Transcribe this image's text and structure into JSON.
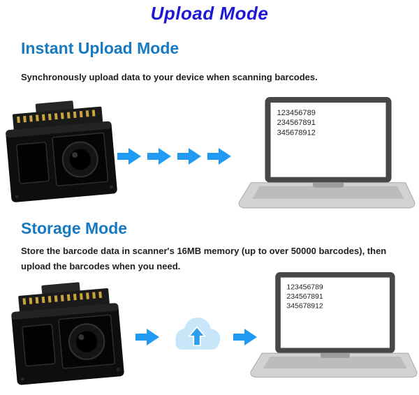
{
  "page": {
    "title": "Upload Mode"
  },
  "colors": {
    "title_blue": "#1d18d8",
    "heading_blue": "#1779c2",
    "body_text": "#1e1e1e",
    "arrow_blue": "#219bf2",
    "cloud_blue": "#c8e6fa",
    "cloud_arrow_blue": "#2b9fee"
  },
  "icons": {
    "flow_arrow": "right-arrow-icon",
    "cloud_upload": "cloud-upload-icon",
    "scanner": "barcode-scanner-illustration",
    "laptop": "laptop-illustration"
  },
  "sections": [
    {
      "id": "instant-upload",
      "heading": "Instant Upload Mode",
      "description_lines": [
        "Synchronously upload data to your device when scanning barcodes."
      ],
      "flow": [
        "scanner",
        "arrow",
        "arrow",
        "arrow",
        "arrow",
        "laptop"
      ],
      "arrow_count": 4,
      "laptop_screen_lines": [
        "123456789",
        "234567891",
        "345678912"
      ]
    },
    {
      "id": "storage",
      "heading": "Storage Mode",
      "description_lines": [
        "Store the barcode data in scanner's 16MB memory (up to over 50000 barcodes), then",
        "upload the barcodes when you need."
      ],
      "flow": [
        "scanner",
        "arrow",
        "cloud-upload",
        "arrow",
        "laptop"
      ],
      "arrow_count": 2,
      "laptop_screen_lines": [
        "123456789",
        "234567891",
        "345678912"
      ]
    }
  ]
}
